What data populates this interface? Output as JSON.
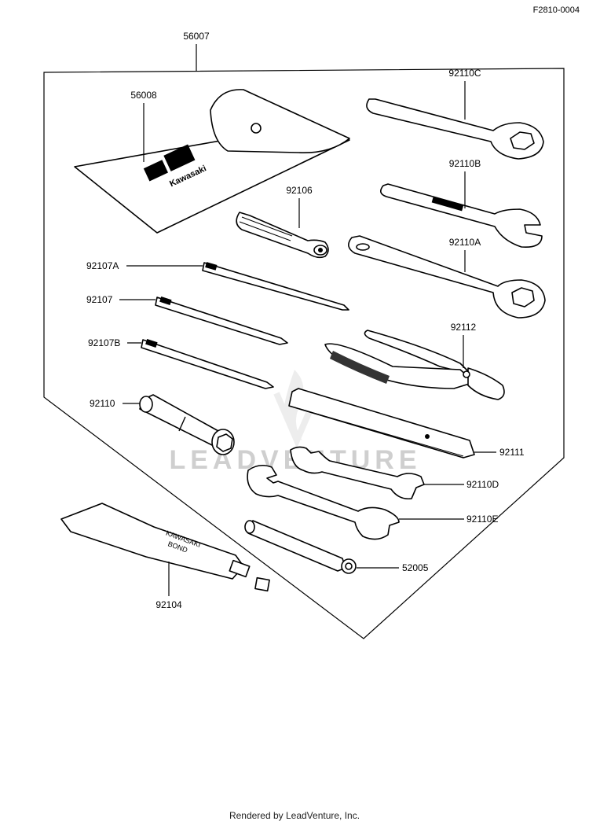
{
  "ref_number": "F2810-0004",
  "footer": "Rendered by LeadVenture, Inc.",
  "watermark": "LEADVENTURE",
  "tube_text": [
    "KAWASAKI",
    "BOND"
  ],
  "pouch_brand": "Kawasaki",
  "labels": {
    "l56007": "56007",
    "l56008": "56008",
    "l92110C": "92110C",
    "l92110B": "92110B",
    "l92110A": "92110A",
    "l92106": "92106",
    "l92107A": "92107A",
    "l92107": "92107",
    "l92107B": "92107B",
    "l92112": "92112",
    "l92110": "92110",
    "l92111": "92111",
    "l92110D": "92110D",
    "l92110E": "92110E",
    "l52005": "52005",
    "l92104": "92104"
  }
}
